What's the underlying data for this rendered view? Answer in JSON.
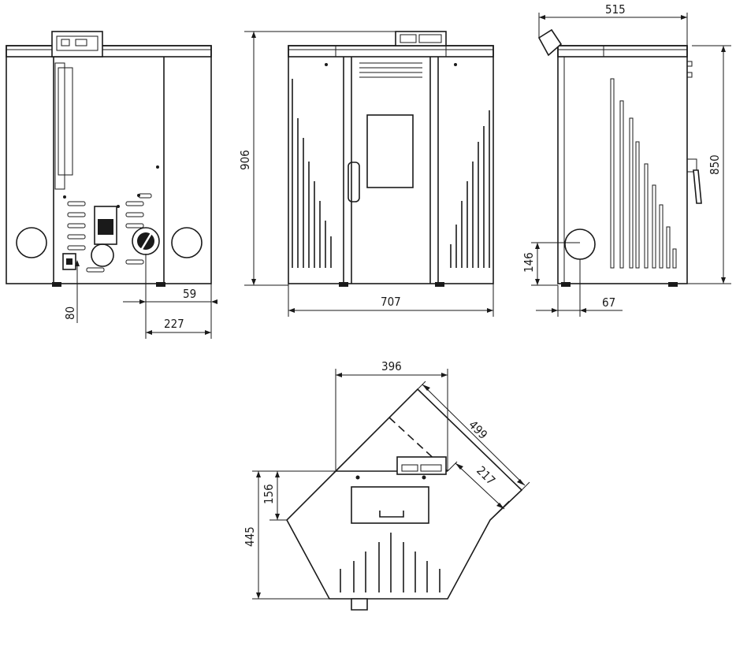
{
  "dimensions": {
    "back_connection_height": "80",
    "back_offset_right": "59",
    "back_flue_offset": "227",
    "front_height": "906",
    "front_width": "707",
    "side_depth": "515",
    "side_height": "850",
    "side_flue_height": "146",
    "side_flue_offset": "67",
    "top_front_width": "396",
    "top_side_length": "499",
    "top_inner_length": "217",
    "top_front_depth": "156",
    "top_total_depth": "445"
  },
  "colors": {
    "line": "#1a1a1a",
    "background": "#ffffff"
  }
}
